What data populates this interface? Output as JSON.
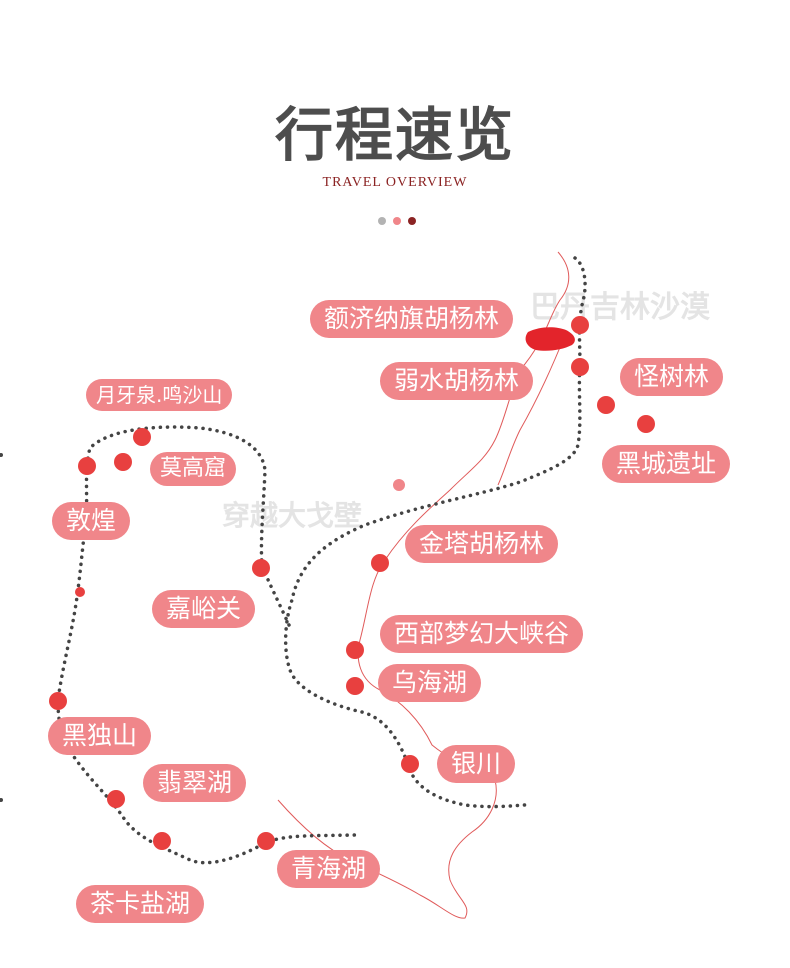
{
  "header": {
    "title": "行程速览",
    "subtitle": "TRAVEL OVERVIEW",
    "dots": [
      "#b3b3b3",
      "#f0868a",
      "#8b2323"
    ]
  },
  "watermarks": {
    "top_right": "巴丹吉林沙漠",
    "center": "穿越大戈壁"
  },
  "colors": {
    "label_bg": "#f0868a",
    "marker": "#e8403f",
    "route": "#444444",
    "river": "#e05a5a",
    "lake": "#e3242b"
  },
  "places": {
    "ejina": "额济纳旗胡杨林",
    "ruoshui": "弱水胡杨林",
    "guaishulin": "怪树林",
    "heicheng": "黑城遗址",
    "yueyaquan": "月牙泉.鸣沙山",
    "mogaoku": "莫高窟",
    "dunhuang": "敦煌",
    "jintai": "金塔胡杨林",
    "jiayuguan": "嘉峪关",
    "xibu": "西部梦幻大峡谷",
    "wuhai": "乌海湖",
    "heidushan": "黑独山",
    "yinchuan": "银川",
    "feicuihu": "翡翠湖",
    "qinghaihu": "青海湖",
    "chaka": "茶卡盐湖"
  }
}
